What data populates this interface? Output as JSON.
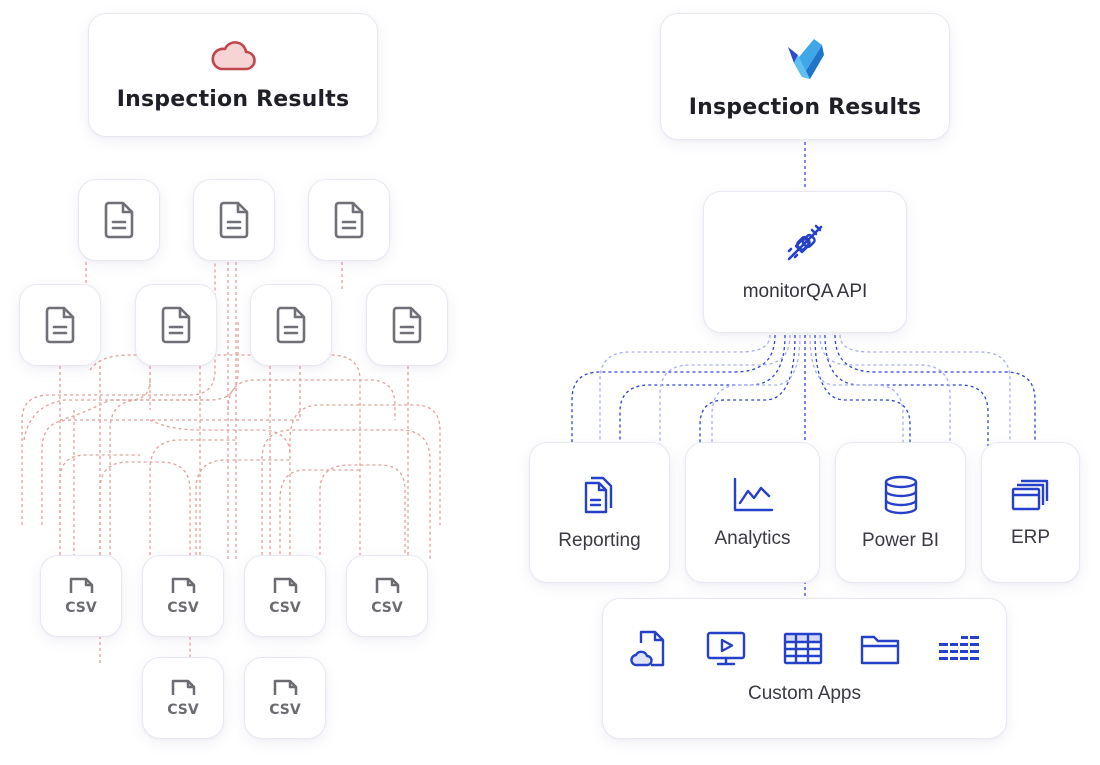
{
  "left": {
    "title": "Inspection Results",
    "icon": "cloud-icon",
    "icon_color": "#c0464b",
    "document_count": 7,
    "csv_label": "CSV",
    "csv_count": 6,
    "connector_color": "#e2a199"
  },
  "right": {
    "title": "Inspection Results",
    "icon": "azure-devops-logo",
    "api": {
      "label": "monitorQA API",
      "icon": "plug-disconnected-icon"
    },
    "apps": [
      {
        "label": "Reporting",
        "icon": "documents-icon"
      },
      {
        "label": "Analytics",
        "icon": "line-chart-icon"
      },
      {
        "label": "Power BI",
        "icon": "database-icon"
      },
      {
        "label": "ERP",
        "icon": "windows-stack-icon"
      }
    ],
    "custom_apps": {
      "label": "Custom Apps",
      "icons": [
        "cloud-file-icon",
        "video-monitor-icon",
        "table-grid-icon",
        "folder-icon",
        "data-rows-icon"
      ]
    },
    "accent": "#2540c9",
    "connector_color_light": "#a7aef0"
  }
}
